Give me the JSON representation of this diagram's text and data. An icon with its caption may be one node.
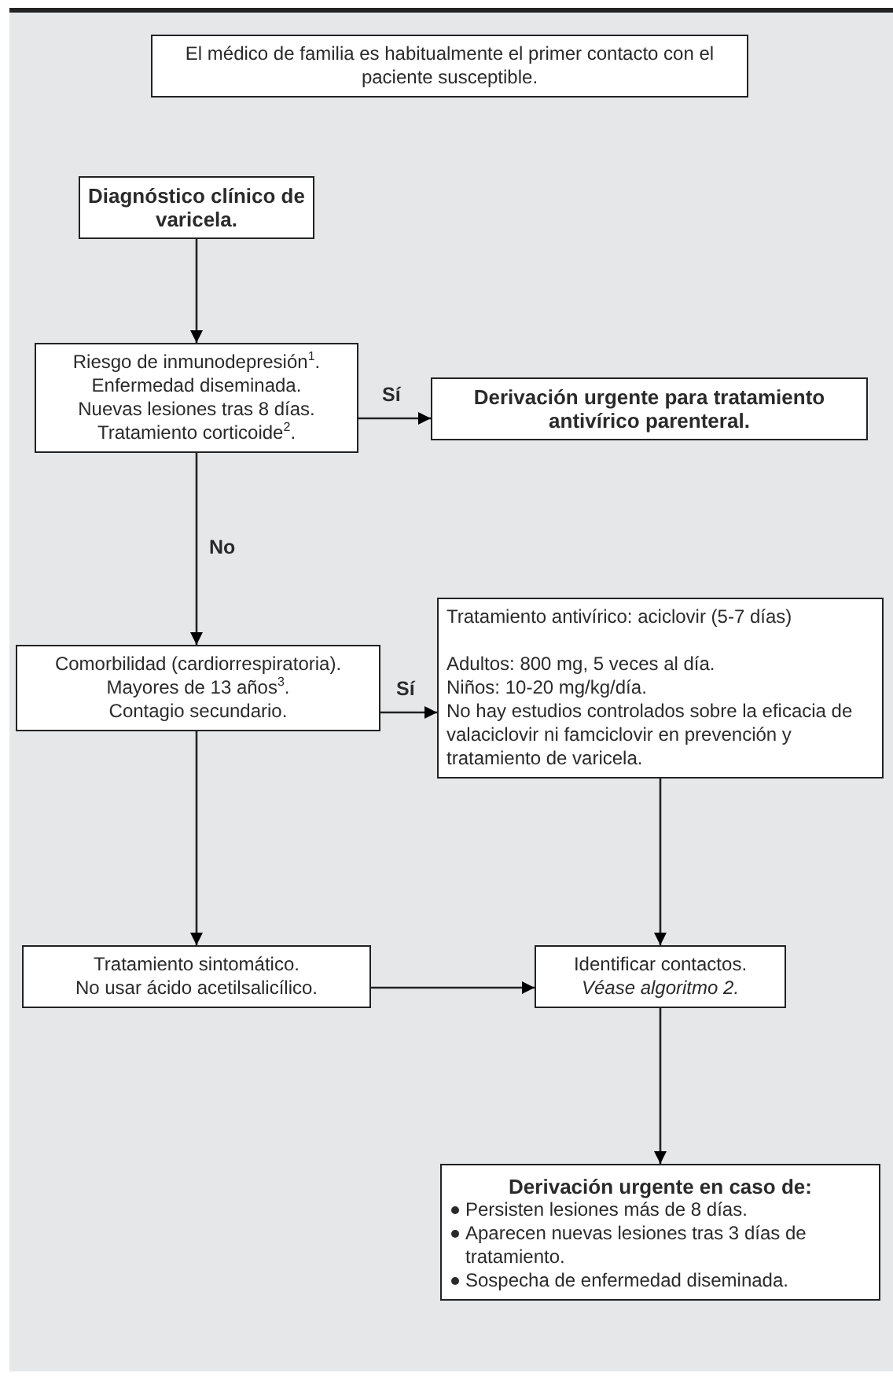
{
  "diagram": {
    "nodes": [
      {
        "text": [
          "El médico de familia es habitualmente el primer contacto con el paciente susceptible."
        ]
      },
      {
        "text": [
          "Diagnóstico clínico de varicela."
        ]
      },
      {
        "text": [
          "Riesgo de inmunodepresión$^{1}$.",
          "Enfermedad diseminada.",
          "Nuevas lesiones tras 8 días.",
          "Tratamiento corticoide$^{2}$."
        ]
      },
      {
        "text": [
          "Derivación urgente para tratamiento antivírico parenteral."
        ]
      },
      {
        "text": [
          "Comorbilidad (cardiorrespiratoria).",
          "Mayores de 13 años$^{3}$.",
          "Contagio secundario."
        ]
      },
      {
        "text": [
          "Tratamiento antivírico: aciclovir  (5-7 días)",
          "Adultos: 800 mg, 5 veces al día.",
          "Niños: 10-20 mg/kg/día.",
          "No hay estudios controlados sobre la eficacia de valaciclovir ni famciclovir en prevención y tratamiento de varicela."
        ]
      },
      {
        "text": [
          "Tratamiento sintomático.",
          "No usar ácido acetilsalicílico."
        ]
      },
      {
        "text": [
          "Identificar contactos.",
          "Véase algoritmo 2."
        ]
      },
      {
        "text": [
          "Derivación urgente en caso de:",
          "Persisten lesiones más de 8 días.",
          "Aparecen nuevas lesiones tras 3 días de tratamiento.",
          "Sospecha de enfermedad diseminada."
        ]
      }
    ],
    "edges": [
      {
        "from": 1,
        "to": 2,
        "arrow": "to"
      },
      {
        "from": 2,
        "to": 3,
        "arrow": "to",
        "label": "Sí"
      },
      {
        "from": 2,
        "to": 4,
        "arrow": "to",
        "label": "No"
      },
      {
        "from": 4,
        "to": 5,
        "arrow": "to",
        "label": "Sí"
      },
      {
        "from": 4,
        "to": 6,
        "arrow": "to"
      },
      {
        "from": 5,
        "to": 7,
        "arrow": "to"
      },
      {
        "from": 6,
        "to": 7,
        "arrow": "to"
      },
      {
        "from": 7,
        "to": 8,
        "arrow": "to"
      }
    ]
  }
}
